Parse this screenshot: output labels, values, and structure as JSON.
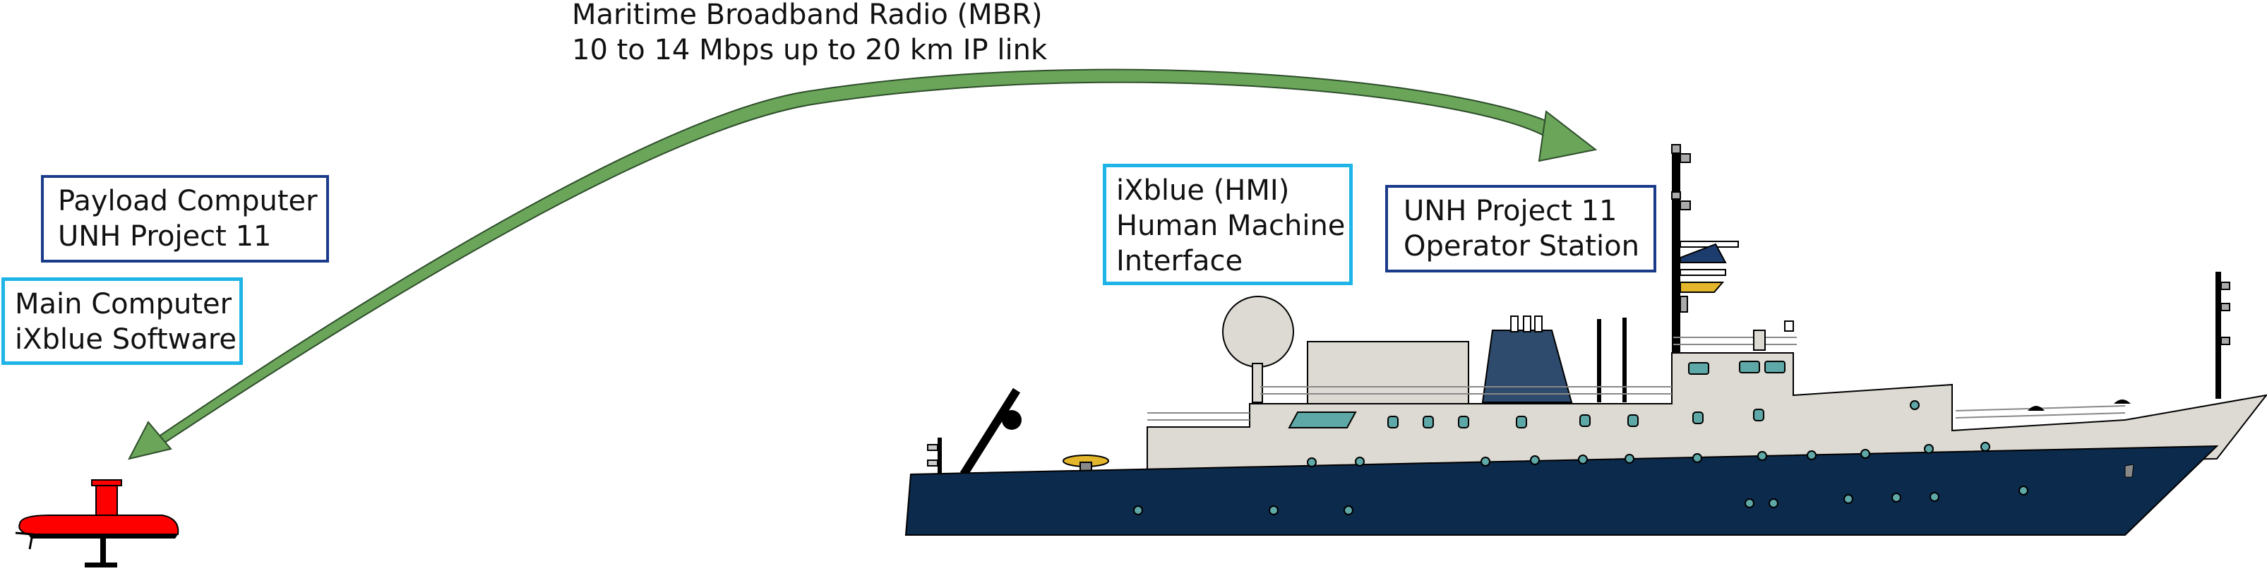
{
  "link": {
    "line1": "Maritime Broadband Radio (MBR)",
    "line2": "10 to 14 Mbps up to 20 km IP link",
    "arrow_color": "#6aa55a"
  },
  "labels": {
    "payload": {
      "line1": "Payload Computer",
      "line2": "UNH Project 11"
    },
    "main": {
      "line1": "Main Computer",
      "line2": "iXblue Software"
    },
    "hmi": {
      "line1": "iXblue (HMI)",
      "line2": "Human Machine",
      "line3": "Interface"
    },
    "operator": {
      "line1": "UNH Project 11",
      "line2": "Operator Station"
    }
  },
  "colors": {
    "dark_blue_box": "#1a3a8a",
    "light_blue_box": "#1eb4e8",
    "usv_red": "#ff0000",
    "hull_navy": "#0c2a4c",
    "superstructure": "#dddad3",
    "funnel": "#2e4a6c",
    "porthole_teal": "#5fa8a8",
    "yellow_buoy": "#e3b62c"
  }
}
